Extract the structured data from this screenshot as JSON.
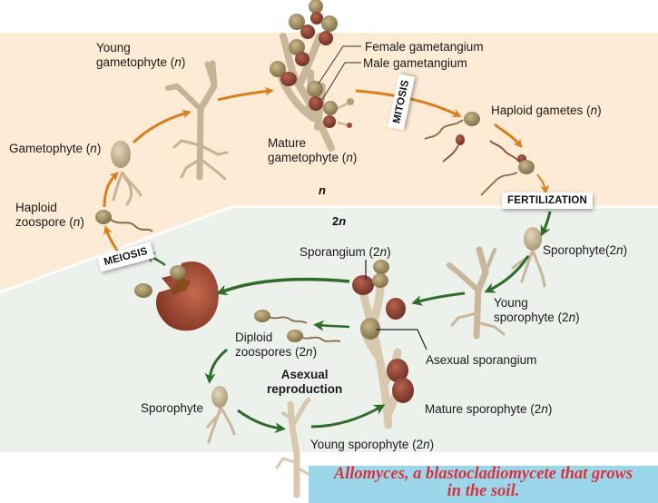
{
  "colors": {
    "haploid_bg": "#fdebd5",
    "diploid_bg": "#ecf1ec",
    "haploid_arrow": "#d9801e",
    "diploid_arrow": "#2f6b2a",
    "structure_tan": "#c9b79b",
    "sporangium_brown": "#8e4434",
    "caption_bg": "#9bd7ea",
    "caption_text": "#d7323e"
  },
  "regions": {
    "haploid_label": {
      "prefix": "",
      "italic": "n"
    },
    "diploid_label": {
      "prefix": "2",
      "italic": "n"
    }
  },
  "process_tags": {
    "mitosis": "MITOSIS",
    "fertilization": "FERTILIZATION",
    "meiosis": "MEIOSIS"
  },
  "labels": {
    "young_gametophyte": {
      "line1": "Young",
      "line2": "gametophyte (",
      "italic": "n",
      "close": ")"
    },
    "gametophyte": {
      "text": "Gametophyte (",
      "italic": "n",
      "close": ")"
    },
    "haploid_zoospore": {
      "line1": "Haploid",
      "line2": "zoospore (",
      "italic": "n",
      "close": ")"
    },
    "female_gametangium": "Female gametangium",
    "male_gametangium": "Male gametangium",
    "mature_gametophyte": {
      "line1": "Mature",
      "line2": "gametophyte (",
      "italic": "n",
      "close": ")"
    },
    "haploid_gametes": {
      "text": "Haploid gametes (",
      "italic": "n",
      "close": ")"
    },
    "sporophyte_2n": {
      "text": "Sporophyte(2",
      "italic": "n",
      "close": ")"
    },
    "young_sporophyte_right": {
      "line1": "Young",
      "line2": "sporophyte (2",
      "italic": "n",
      "close": ")"
    },
    "sporangium": {
      "text": "Sporangium (2",
      "italic": "n",
      "close": ")"
    },
    "diploid_zoospores": {
      "line1": "Diploid",
      "line2": "zoospores (2",
      "italic": "n",
      "close": ")"
    },
    "asexual_sporangium": "Asexual sporangium",
    "asexual_reproduction": {
      "line1": "Asexual",
      "line2": "reproduction"
    },
    "sporophyte": "Sporophyte",
    "mature_sporophyte": {
      "text": "Mature sporophyte (2",
      "italic": "n",
      "close": ")"
    },
    "young_sporophyte_bottom": {
      "text": "Young sporophyte (2",
      "italic": "n",
      "close": ")"
    }
  },
  "caption": {
    "line1": "Allomyces, a blastocladiomycete that grows",
    "line2": "in the soil."
  }
}
